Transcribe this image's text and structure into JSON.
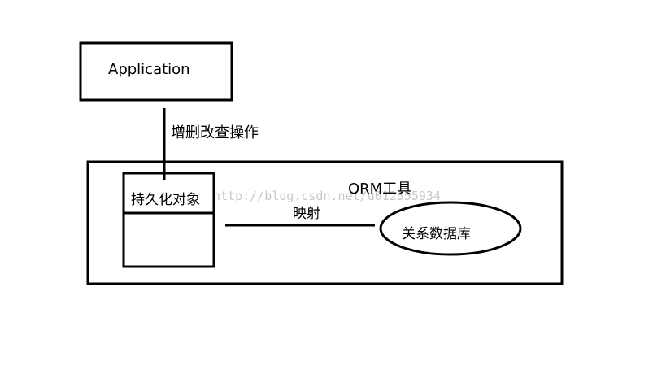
{
  "diagram": {
    "application_label": "Application",
    "crud_label": "增删改查操作",
    "orm_label": "ORM工具",
    "persistent_object_label": "持久化对象",
    "mapping_label": "映射",
    "database_label": "关系数据库",
    "watermark": "http://blog.csdn.net/u012355934"
  },
  "colors": {
    "stroke": "#000000",
    "background": "#ffffff",
    "watermark": "#c8c8c8"
  }
}
